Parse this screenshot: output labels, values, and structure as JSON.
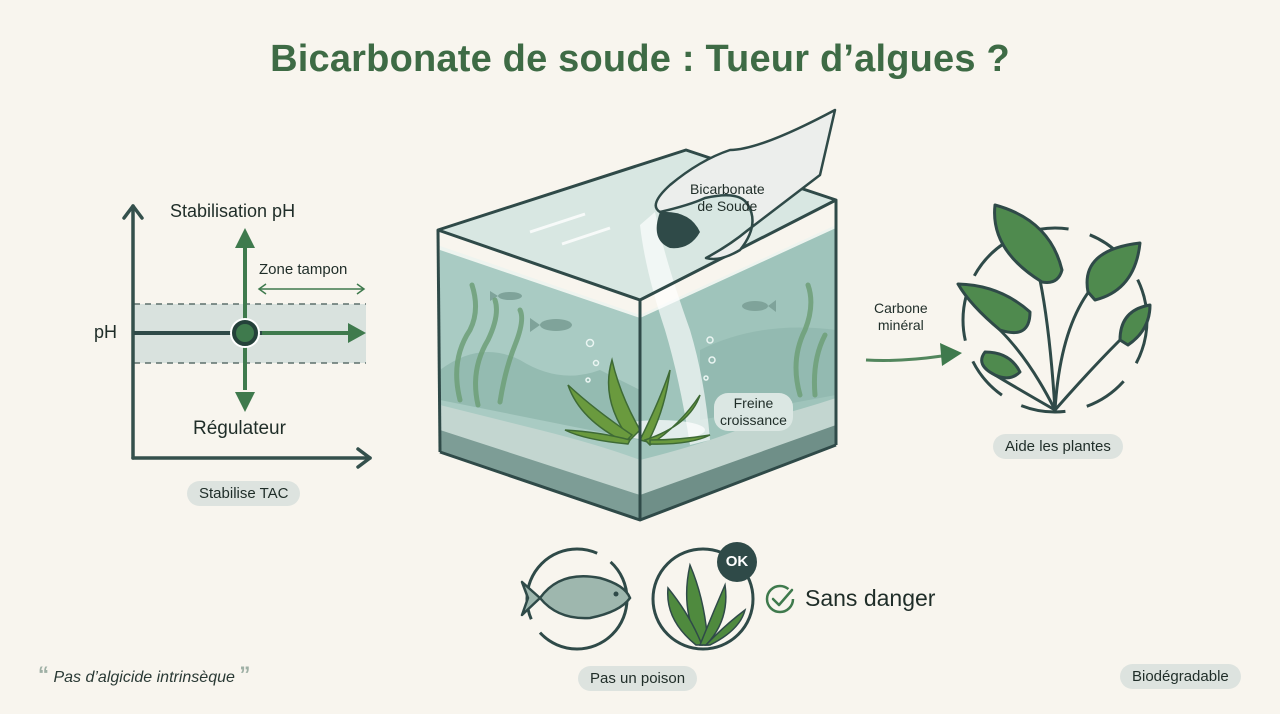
{
  "title": "Bicarbonate de soude : Tueur d’algues ?",
  "colors": {
    "background": "#f8f5ee",
    "title_green": "#3e6b45",
    "dark_slate": "#2f4a48",
    "arrow_green": "#3f7a4d",
    "water": "#b9d6cf",
    "pill_bg": "#dde3df",
    "leaf_green": "#4f8a4e"
  },
  "ph_chart": {
    "y_axis_label": "pH",
    "top_label": "Stabilisation pH",
    "bottom_label": "Régulateur",
    "zone_label": "Zone tampon",
    "badge": "Stabilise TAC"
  },
  "aquarium": {
    "hand_label_line1": "Bicarbonate",
    "hand_label_line2": "de Soude",
    "growth_label_line1": "Freine",
    "growth_label_line2": "croissance"
  },
  "plant": {
    "arrow_label_line1": "Carbone",
    "arrow_label_line2": "minéral",
    "badge": "Aide les plantes"
  },
  "safety": {
    "ok_badge": "OK",
    "check_label": "Sans danger",
    "badge": "Pas un poison"
  },
  "footer": {
    "quote_open": "“",
    "quote_text": "Pas d’algicide intrinsèque",
    "quote_close": "”",
    "right_badge": "Biodégradable"
  }
}
